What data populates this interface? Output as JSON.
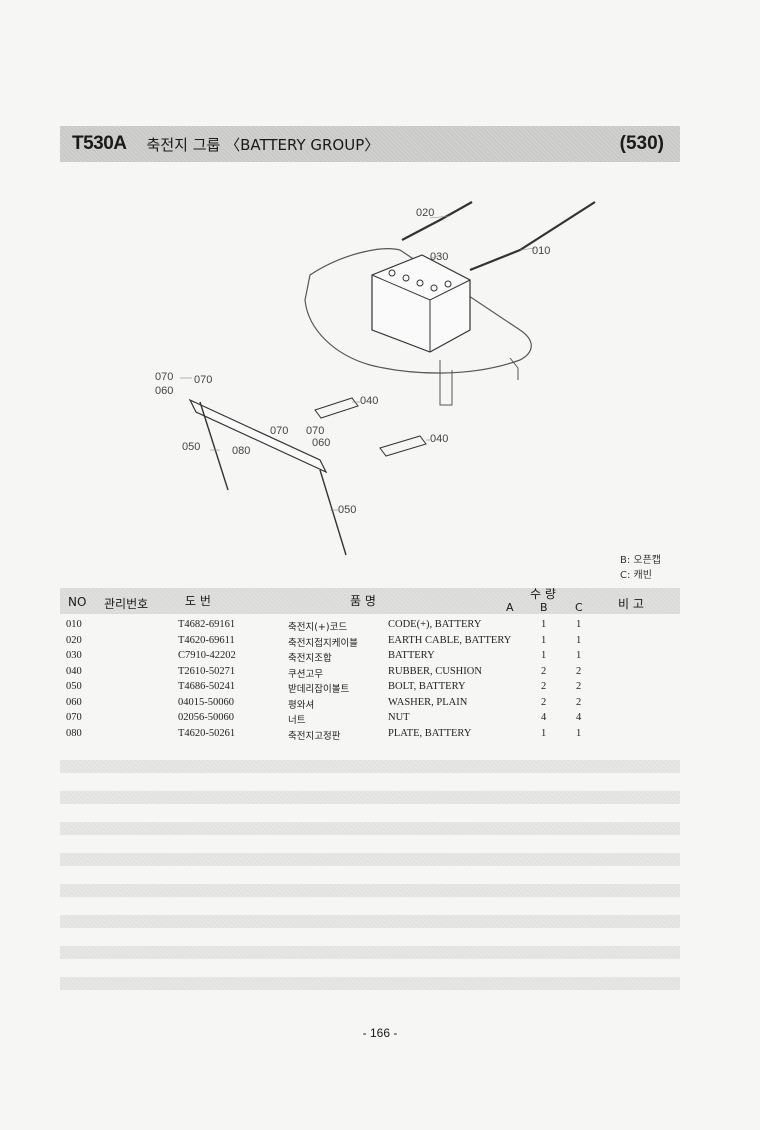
{
  "header": {
    "model": "T530A",
    "title": "축전지 그룹 〈BATTERY GROUP〉",
    "code": "(530)"
  },
  "diagram": {
    "callouts": [
      "010",
      "020",
      "030",
      "040",
      "040",
      "050",
      "050",
      "060",
      "060",
      "070",
      "070",
      "070",
      "070",
      "080"
    ]
  },
  "legend": [
    "B: 오픈캡",
    "C: 캐빈"
  ],
  "table": {
    "headers": {
      "no": "NO",
      "mgmt_no": "관리번호",
      "drawing_no": "도  번",
      "name": "품          명",
      "qty": "수 량",
      "col_a": "A",
      "col_b": "B",
      "col_c": "C",
      "remarks": "비  고"
    },
    "rows": [
      {
        "no": "010",
        "part": "T4682-69161",
        "kr": "축전지(+)코드",
        "en": "CODE(+), BATTERY",
        "b": "1",
        "c": "1"
      },
      {
        "no": "020",
        "part": "T4620-69611",
        "kr": "축전지접지케이블",
        "en": "EARTH CABLE, BATTERY",
        "b": "1",
        "c": "1"
      },
      {
        "no": "030",
        "part": "C7910-42202",
        "kr": "축전지조합",
        "en": "BATTERY",
        "b": "1",
        "c": "1"
      },
      {
        "no": "040",
        "part": "T2610-50271",
        "kr": "쿠션고무",
        "en": "RUBBER, CUSHION",
        "b": "2",
        "c": "2"
      },
      {
        "no": "050",
        "part": "T4686-50241",
        "kr": "받데리잡이볼트",
        "en": "BOLT, BATTERY",
        "b": "2",
        "c": "2"
      },
      {
        "no": "060",
        "part": "04015-50060",
        "kr": "평와셔",
        "en": "WASHER, PLAIN",
        "b": "2",
        "c": "2"
      },
      {
        "no": "070",
        "part": "02056-50060",
        "kr": "너트",
        "en": "NUT",
        "b": "4",
        "c": "4"
      },
      {
        "no": "080",
        "part": "T4620-50261",
        "kr": "축전지고정판",
        "en": "PLATE, BATTERY",
        "b": "1",
        "c": "1"
      }
    ]
  },
  "page_number": "- 166 -"
}
